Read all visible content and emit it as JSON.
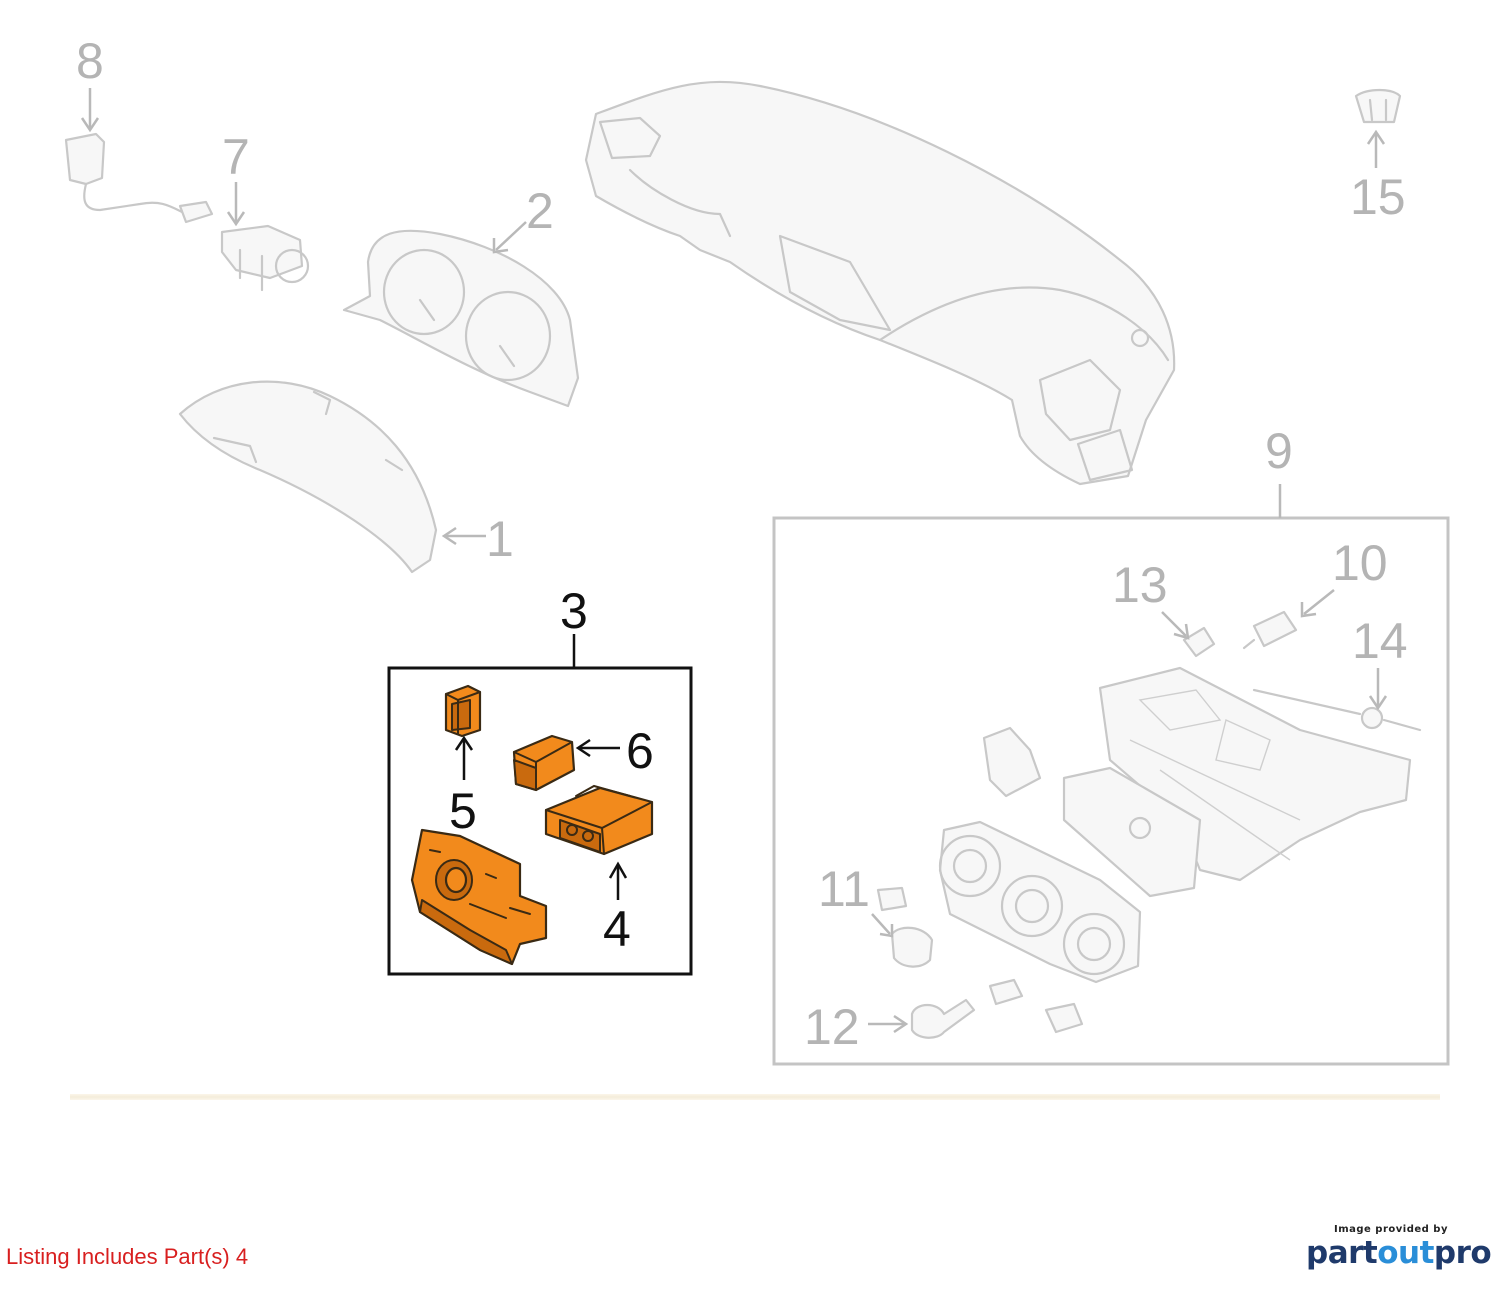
{
  "diagram": {
    "callouts": [
      {
        "id": "1",
        "label": "1",
        "highlighted": false
      },
      {
        "id": "2",
        "label": "2",
        "highlighted": false
      },
      {
        "id": "3",
        "label": "3",
        "highlighted": true
      },
      {
        "id": "4",
        "label": "4",
        "highlighted": true
      },
      {
        "id": "5",
        "label": "5",
        "highlighted": true
      },
      {
        "id": "6",
        "label": "6",
        "highlighted": true
      },
      {
        "id": "7",
        "label": "7",
        "highlighted": false
      },
      {
        "id": "8",
        "label": "8",
        "highlighted": false
      },
      {
        "id": "9",
        "label": "9",
        "highlighted": false
      },
      {
        "id": "10",
        "label": "10",
        "highlighted": false
      },
      {
        "id": "11",
        "label": "11",
        "highlighted": false
      },
      {
        "id": "12",
        "label": "12",
        "highlighted": false
      },
      {
        "id": "13",
        "label": "13",
        "highlighted": false
      },
      {
        "id": "14",
        "label": "14",
        "highlighted": false
      },
      {
        "id": "15",
        "label": "15",
        "highlighted": false
      }
    ],
    "colors": {
      "highlight_fill": "#f28a1c",
      "highlight_outline": "#3a2a14",
      "ghost_outline": "#c8c8c8",
      "listing_note": "#d81f1f"
    }
  },
  "listing_note": "Listing Includes Part(s) 4",
  "credit": {
    "caption": "Image provided by",
    "brand_part1": "part",
    "brand_part2": "out",
    "brand_part3": "pro"
  }
}
